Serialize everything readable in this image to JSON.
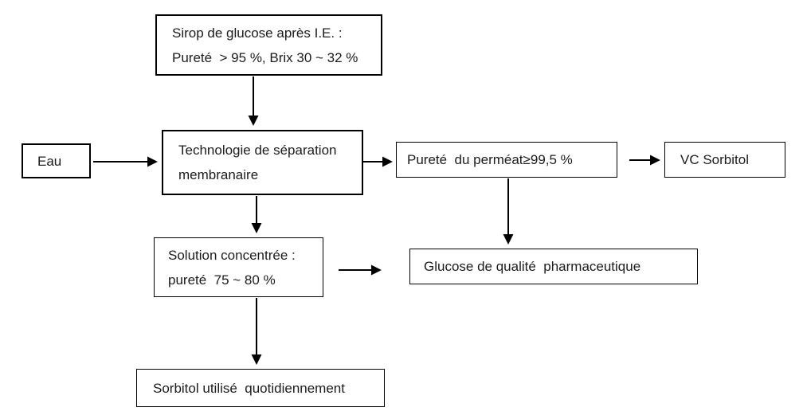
{
  "diagram": {
    "type": "flowchart",
    "language": "fr",
    "colors": {
      "background": "#ffffff",
      "box_border": "#000000",
      "text": "#1c1c1c",
      "arrow": "#000000"
    },
    "nodes": {
      "sirop": {
        "lines": [
          "Sirop de glucose après I.E. :",
          "Pureté  > 95 %, Brix 30 ~ 32 %"
        ]
      },
      "eau": {
        "label": "Eau"
      },
      "membrane": {
        "lines": [
          "Technologie de séparation",
          "membranaire"
        ]
      },
      "permeat": {
        "label": "Pureté  du perméat≥99,5 %"
      },
      "vc_sorbitol": {
        "label": "VC Sorbitol"
      },
      "solution": {
        "lines": [
          "Solution concentrée :",
          "pureté  75 ~ 80 %"
        ]
      },
      "glucose": {
        "label": "Glucose de qualité  pharmaceutique"
      },
      "sorbitol": {
        "label": "Sorbitol utilisé  quotidiennement"
      }
    },
    "edges": [
      {
        "from": "sirop",
        "to": "membrane"
      },
      {
        "from": "eau",
        "to": "membrane"
      },
      {
        "from": "membrane",
        "to": "permeat"
      },
      {
        "from": "permeat",
        "to": "vc_sorbitol"
      },
      {
        "from": "membrane",
        "to": "solution"
      },
      {
        "from": "permeat",
        "to": "glucose"
      },
      {
        "from": "solution",
        "to": "glucose"
      },
      {
        "from": "solution",
        "to": "sorbitol"
      }
    ]
  }
}
